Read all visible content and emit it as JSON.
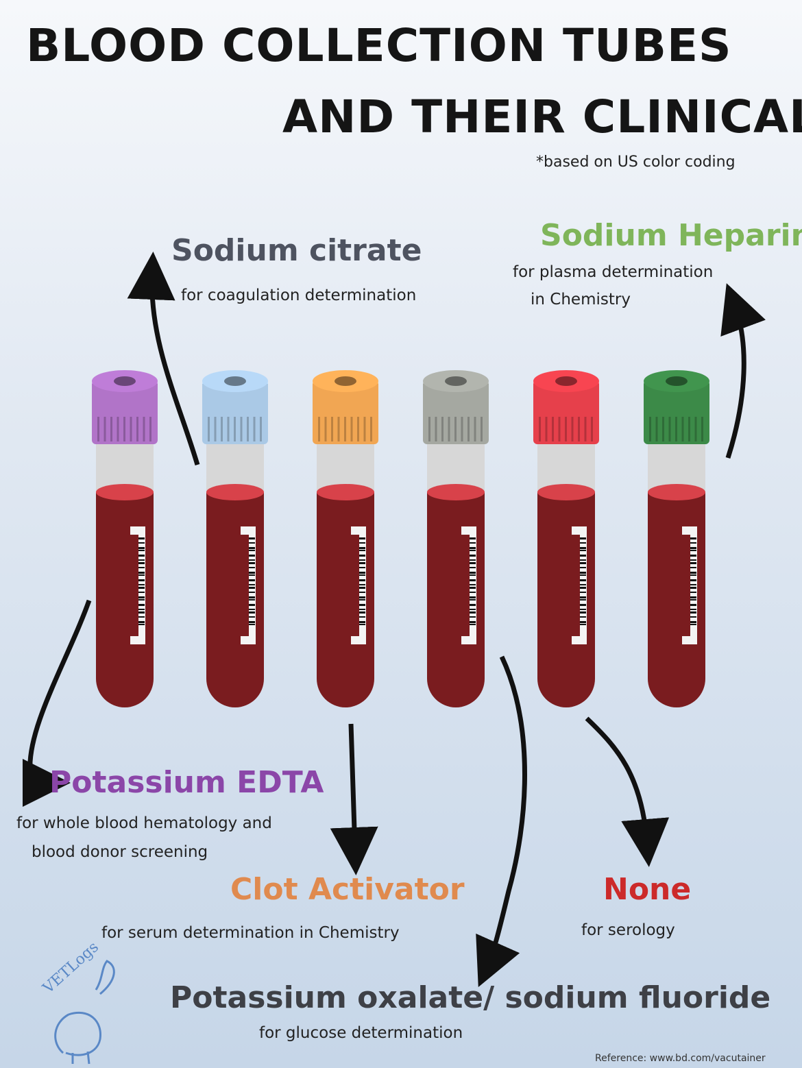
{
  "title": {
    "line1": "BLOOD COLLECTION TUBES",
    "line2": "AND THEIR CLINICAL USE",
    "note": "*based on US color coding"
  },
  "tubes": [
    {
      "additive": "Potassium EDTA",
      "cap_color": "#b174c8"
    },
    {
      "additive": "Sodium citrate",
      "cap_color": "#aac9e6"
    },
    {
      "additive": "Clot Activator",
      "cap_color": "#f1a653"
    },
    {
      "additive": "Potassium oxalate/ sodium fluoride",
      "cap_color": "#a5a8a1"
    },
    {
      "additive": "None",
      "cap_color": "#e6404b"
    },
    {
      "additive": "Sodium Heparin",
      "cap_color": "#3c8a48"
    }
  ],
  "labels": {
    "sodium_citrate": {
      "heading": "Sodium citrate",
      "desc": "for coagulation determination",
      "color": "#4e5360"
    },
    "sodium_heparin": {
      "heading": "Sodium Heparin",
      "desc_line1": "for plasma determination",
      "desc_line2": "in Chemistry",
      "color": "#7fb55a"
    },
    "potassium_edta": {
      "heading": "Potassium EDTA",
      "desc_line1": "for whole blood hematology and",
      "desc_line2": "blood donor screening",
      "color": "#8b46a8"
    },
    "clot_activator": {
      "heading": "Clot Activator",
      "desc": "for serum determination in Chemistry",
      "color": "#e08a4e"
    },
    "none": {
      "heading": "None",
      "desc": "for serology",
      "color": "#cc2a2a"
    },
    "oxalate_fluoride": {
      "heading": "Potassium oxalate/ sodium fluoride",
      "desc": "for glucose determination",
      "color": "#3e4046"
    }
  },
  "logo": {
    "text": "VETLogs"
  },
  "reference": "Reference: www.bd.com/vacutainer",
  "colors": {
    "blood": "#7a1c1f",
    "blood_top": "#d8424a",
    "tube_glass": "#d7d7d7"
  }
}
